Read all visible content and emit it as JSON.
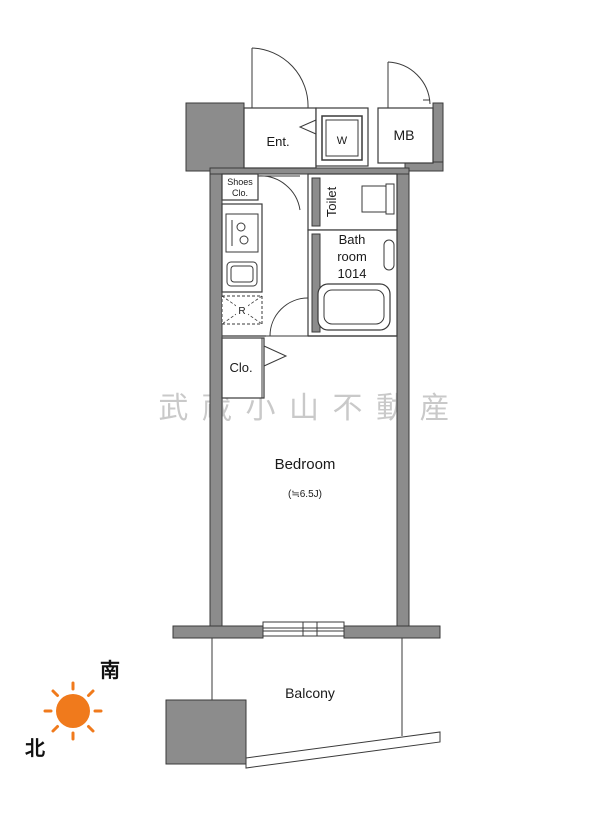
{
  "rooms": {
    "entrance": "Ent.",
    "washer": "W",
    "meter_box": "MB",
    "shoes_closet_line1": "Shoes",
    "shoes_closet_line2": "Clo.",
    "toilet": "Toilet",
    "bathroom_line1": "Bath",
    "bathroom_line2": "room",
    "bathroom_line3": "1014",
    "fridge": "R",
    "closet": "Clo.",
    "bedroom": "Bedroom",
    "bedroom_size": "(≒6.5J)",
    "balcony": "Balcony"
  },
  "compass": {
    "south": "南",
    "north": "北",
    "sun_color": "#f07a1c",
    "sun_icon": "sun-icon"
  },
  "watermark": "武 蔵 小 山 不 動 産",
  "colors": {
    "wall_fill": "#8c8c8c",
    "line": "#3a3a3a",
    "watermark": "#c9c9c9"
  }
}
